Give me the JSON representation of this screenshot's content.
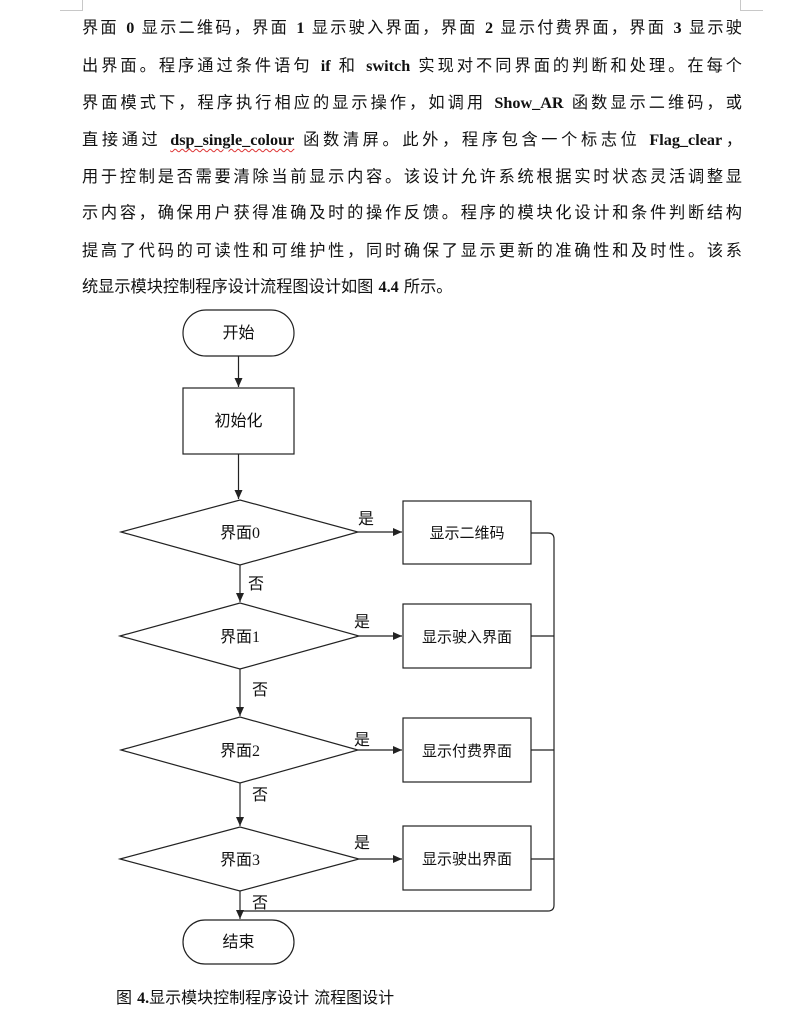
{
  "paragraph": {
    "l1": {
      "a": "界面 ",
      "n0": "0",
      "b": " 显示二维码，界面 ",
      "n1": "1",
      "c": " 显示驶入界面，界面 ",
      "n2": "2",
      "d": " 显示付费界面，界面 ",
      "n3": "3",
      "e": " 显示驶"
    },
    "l2": {
      "a": "出界面。程序通过条件语句 ",
      "if": "if",
      "b": " 和 ",
      "sw": "switch",
      "c": " 实现对不同界面的判断和处理。在每个"
    },
    "l3": {
      "a": "界面模式下，程序执行相应的显示操作，如调用 ",
      "fn": "Show_AR",
      "b": " 函数显示二维码，或"
    },
    "l4": {
      "a": "直接通过 ",
      "fn": "dsp_single_colour",
      "b": " 函数清屏。此外，程序包含一个标志位 ",
      "flag": "Flag_clear",
      "c": "，"
    },
    "l5": "用于控制是否需要清除当前显示内容。该设计允许系统根据实时状态灵活调整显",
    "l6": "示内容，确保用户获得准确及时的操作反馈。程序的模块化设计和条件判断结构",
    "l7": "提高了代码的可读性和可维护性，同时确保了显示更新的准确性和及时性。该系",
    "l8": {
      "a": "统显示模块控制程序设计流程图设计如图 ",
      "ref": "4.4",
      "b": " 所示。"
    }
  },
  "flowchart": {
    "start": "开始",
    "init": "初始化",
    "decisions": [
      {
        "label": "界面0",
        "yes": "是",
        "no": "否",
        "action": "显示二维码"
      },
      {
        "label": "界面1",
        "yes": "是",
        "no": "否",
        "action": "显示驶入界面"
      },
      {
        "label": "界面2",
        "yes": "是",
        "no": "否",
        "action": "显示付费界面"
      },
      {
        "label": "界面3",
        "yes": "是",
        "no": "否",
        "action": "显示驶出界面"
      }
    ],
    "end": "结束"
  },
  "caption": {
    "prefix": "图 ",
    "num": "4.",
    "text": "显示模块控制程序设计 流程图设计"
  }
}
